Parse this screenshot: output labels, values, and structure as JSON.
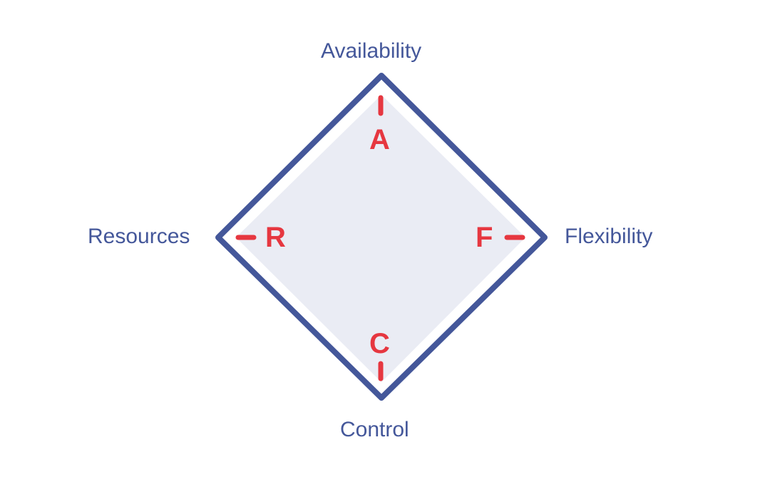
{
  "labels": {
    "top": "Availability",
    "right": "Flexibility",
    "bottom": "Control",
    "left": "Resources"
  },
  "letters": {
    "top": "A",
    "right": "F",
    "bottom": "C",
    "left": "R"
  },
  "colors": {
    "outline": "#44579a",
    "fill": "#eaecf4",
    "accent": "#e63740"
  }
}
